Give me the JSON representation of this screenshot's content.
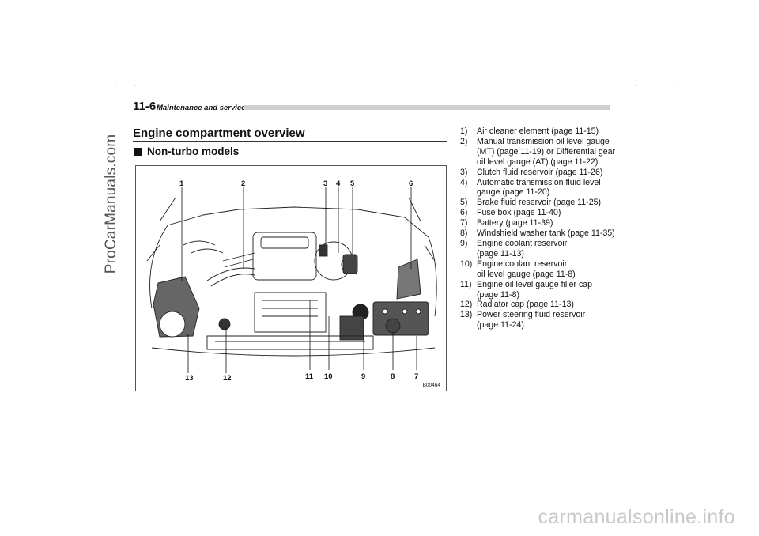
{
  "watermark_side": "ProCarManuals.com",
  "watermark_footer": "carmanualsonline.info",
  "header": {
    "page_number": "11-6",
    "chapter": "Maintenance and service"
  },
  "section_title": "Engine compartment overview",
  "subsection_title": "Non-turbo models",
  "figure": {
    "image_code": "B00464",
    "top_labels": [
      "1",
      "2",
      "3",
      "4",
      "5",
      "6"
    ],
    "bottom_labels": [
      "13",
      "12",
      "11",
      "10",
      "9",
      "8",
      "7"
    ]
  },
  "legend": [
    {
      "num": "1)",
      "text": "Air cleaner element (page 11-15)"
    },
    {
      "num": "2)",
      "text": "Manual transmission oil level gauge"
    },
    {
      "num": "",
      "text": "(MT) (page 11-19) or Differential gear"
    },
    {
      "num": "",
      "text": "oil level gauge (AT) (page 11-22)"
    },
    {
      "num": "3)",
      "text": "Clutch fluid reservoir (page 11-26)"
    },
    {
      "num": "4)",
      "text": "Automatic transmission fluid level"
    },
    {
      "num": "",
      "text": "gauge (page 11-20)"
    },
    {
      "num": "5)",
      "text": "Brake fluid reservoir (page 11-25)"
    },
    {
      "num": "6)",
      "text": "Fuse box (page 11-40)"
    },
    {
      "num": "7)",
      "text": "Battery (page 11-39)"
    },
    {
      "num": "8)",
      "text": "Windshield washer tank (page 11-35)"
    },
    {
      "num": "9)",
      "text": "Engine coolant reservoir"
    },
    {
      "num": "",
      "text": "(page 11-13)"
    },
    {
      "num": "10)",
      "text": "Engine coolant reservoir"
    },
    {
      "num": "",
      "text": "oil level gauge (page 11-8)"
    },
    {
      "num": "11)",
      "text": "Engine oil level gauge filler cap"
    },
    {
      "num": "",
      "text": "(page 11-8)"
    },
    {
      "num": "12)",
      "text": "Radiator cap (page 11-13)"
    },
    {
      "num": "13)",
      "text": "Power steering fluid reservoir"
    },
    {
      "num": "",
      "text": "(page 11-24)"
    }
  ]
}
